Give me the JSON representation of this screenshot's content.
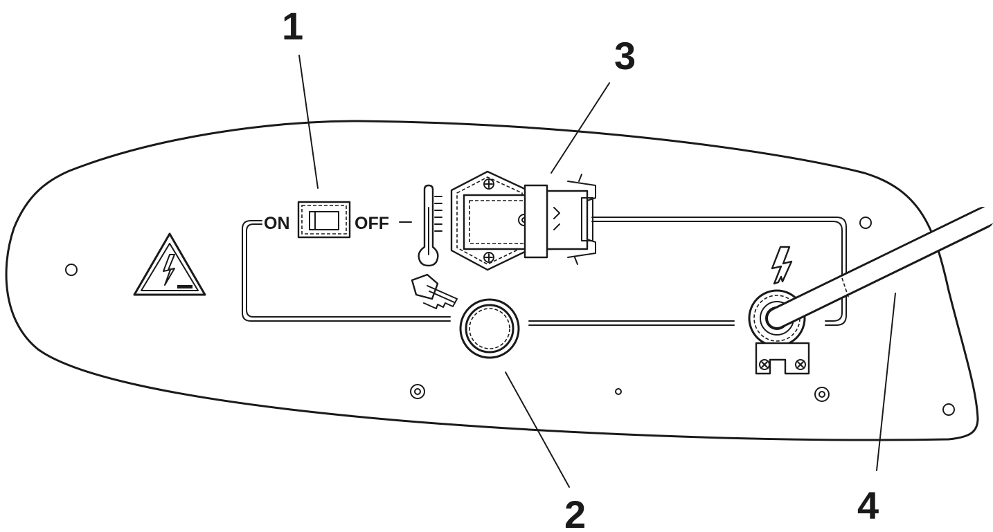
{
  "panel": {
    "on_label": "ON",
    "off_label": "OFF"
  },
  "callouts": [
    {
      "id": "switch",
      "label": "1"
    },
    {
      "id": "knob",
      "label": "2"
    },
    {
      "id": "connector",
      "label": "3"
    },
    {
      "id": "cable",
      "label": "4"
    }
  ],
  "colors": {
    "line": "#1a1a1a",
    "background": "#ffffff"
  },
  "icons": [
    "high-voltage-warning-icon",
    "thermometer-icon",
    "key-icon",
    "lightning-icon"
  ]
}
